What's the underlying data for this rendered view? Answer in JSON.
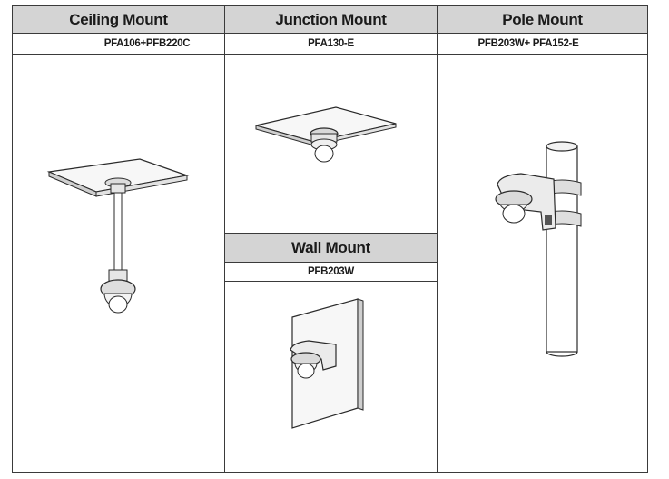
{
  "mounts": {
    "ceiling": {
      "title": "Ceiling Mount",
      "model": "PFA106+PFB220C"
    },
    "junction": {
      "title": "Junction Mount",
      "model": "PFA130-E"
    },
    "pole": {
      "title": "Pole Mount",
      "model": "PFB203W+ PFA152-E"
    },
    "wall": {
      "title": "Wall Mount",
      "model": "PFB203W"
    }
  },
  "illustrations": {
    "ceiling": "camera-on-ceiling-pendant",
    "junction": "camera-on-ceiling-junction-box",
    "pole": "camera-on-pole-bracket",
    "wall": "camera-on-wall-bracket"
  }
}
